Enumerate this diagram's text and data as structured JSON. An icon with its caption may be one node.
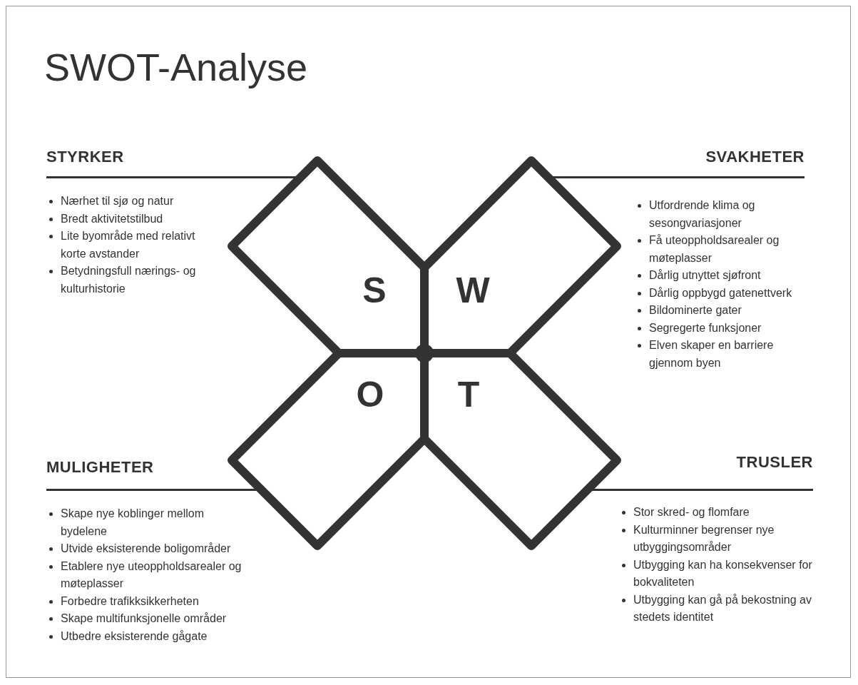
{
  "diagram": {
    "title": "SWOT-Analyse",
    "nodes": [
      {
        "text": [
          "STYRKER",
          "Nærhet til sjø og natur",
          "Bredt aktivitetstilbud",
          "Lite byområde med relativt korte avstander",
          "Betydningsfull nærings- og kulturhistorie"
        ]
      },
      {
        "text": [
          "SVAKHETER",
          "Utfordrende klima og sesongvariasjoner",
          "Få uteoppholdsarealer og møteplasser",
          "Dårlig utnyttet sjøfront",
          "Dårlig oppbygd gatenettverk",
          "Bildominerte gater",
          "Segregerte funksjoner",
          "Elven skaper en barriere gjennom byen"
        ]
      },
      {
        "text": [
          "S"
        ]
      },
      {
        "text": [
          "W"
        ]
      },
      {
        "text": [
          "O"
        ]
      },
      {
        "text": [
          "T"
        ]
      },
      {
        "text": [
          "MULIGHETER",
          "Skape nye koblinger mellom bydelene",
          "Utvide eksisterende boligområder",
          "Etablere nye uteoppholdsarealer og møteplasser",
          "Forbedre trafikksikkerheten",
          "Skape multifunksjonelle områder",
          "Utbedre eksisterende gågate"
        ]
      },
      {
        "text": [
          "TRUSLER",
          "Stor skred- og flomfare",
          "Kulturminner begrenser nye utbyggingsområder",
          "Utbygging kan ha konsekvenser for bokvaliteten",
          "Utbygging kan gå på bekostning av stedets identitet"
        ]
      }
    ]
  }
}
